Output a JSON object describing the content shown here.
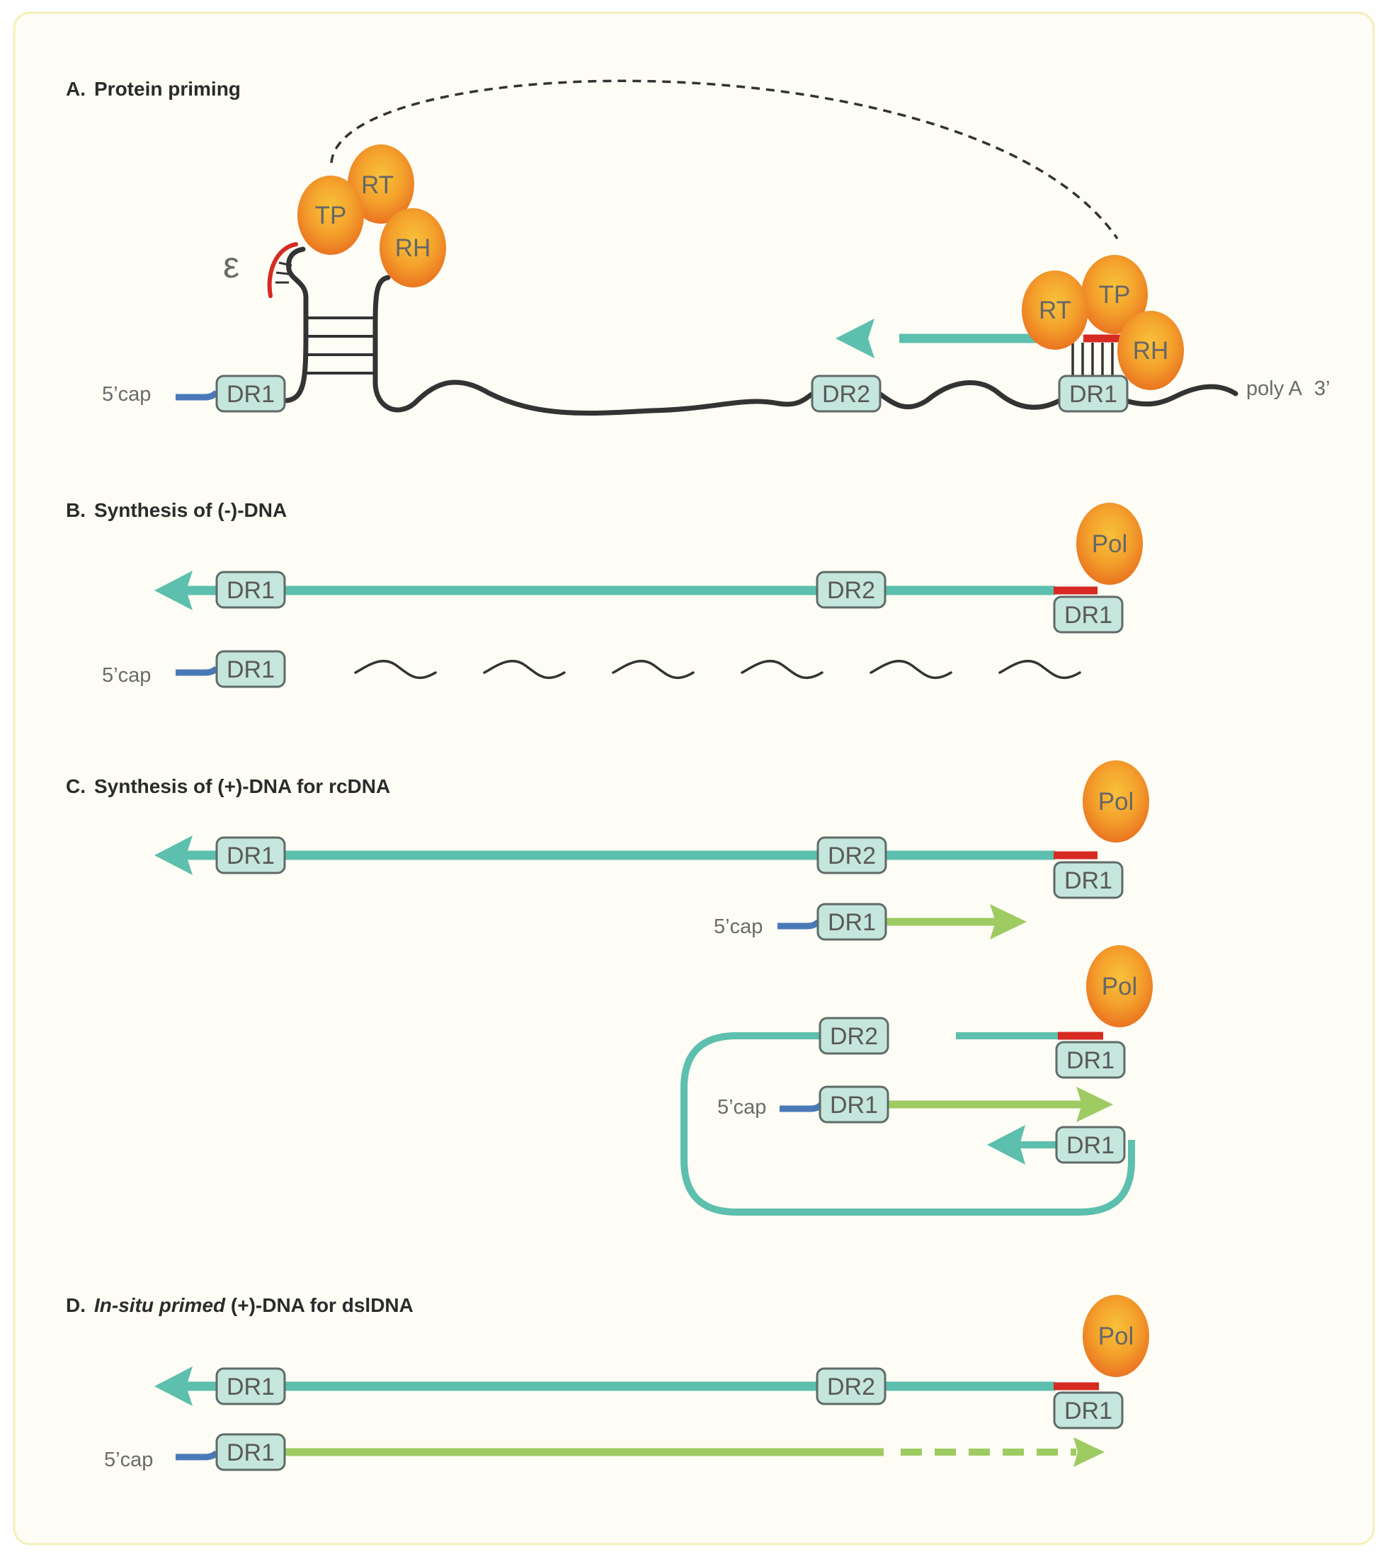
{
  "panels": {
    "a": {
      "letter": "A.",
      "title": "Protein priming"
    },
    "b": {
      "letter": "B.",
      "title": "Synthesis of (-)-DNA"
    },
    "c": {
      "letter": "C.",
      "title": "Synthesis of (+)-DNA for rcDNA"
    },
    "d": {
      "letter": "D.",
      "title_italic": "In-situ primed",
      "title_rest": " (+)-DNA for dslDNA"
    }
  },
  "labels": {
    "cap": "5’cap",
    "polya": "poly A",
    "three_prime": "3’",
    "epsilon": "ε",
    "dr1": "DR1",
    "dr2": "DR2",
    "tp": "TP",
    "rt": "RT",
    "rh": "RH",
    "pol": "Pol"
  },
  "colors": {
    "background": "#fdfcf5",
    "frame": "#f5f0b8",
    "rna": "#333333",
    "minus_dna": "#5dbfad",
    "plus_dna": "#9ecb62",
    "cap": "#4a79b8",
    "primer": "#d62a22",
    "box_fill": "#c5e6dc",
    "box_stroke": "#5f6b68",
    "protein_inner": "#f6b533",
    "protein_outer": "#ec7a21"
  }
}
